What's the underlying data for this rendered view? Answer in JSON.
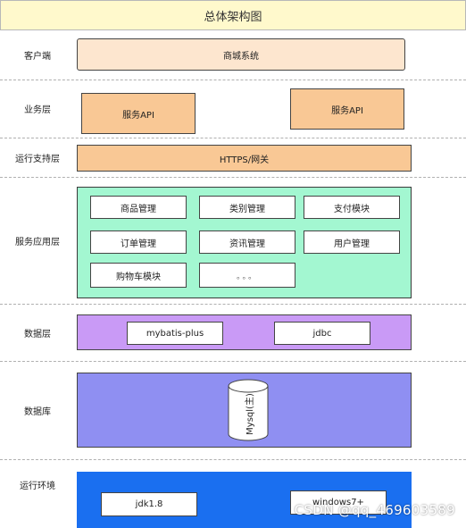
{
  "title": "总体架构图",
  "layers": {
    "client": {
      "label": "客户端",
      "box": "商城系统"
    },
    "business": {
      "label": "业务层",
      "boxes": [
        "服务API",
        "服务API"
      ]
    },
    "runtime_support": {
      "label": "运行支持层",
      "box": "HTTPS/网关"
    },
    "service_app": {
      "label": "服务应用层",
      "modules": [
        "商品管理",
        "类别管理",
        "支付模块",
        "订单管理",
        "资讯管理",
        "用户管理",
        "购物车模块",
        "。。。"
      ]
    },
    "data": {
      "label": "数据层",
      "boxes": [
        "mybatis-plus",
        "jdbc"
      ]
    },
    "database": {
      "label": "数据库",
      "cylinder": "Mysql(主)"
    },
    "environment": {
      "label": "运行环境",
      "boxes": [
        "jdk1.8",
        "windows7+"
      ]
    }
  },
  "colors": {
    "title_bg": "#fff9cc",
    "client_box": "#fde6cf",
    "business_box": "#f9c895",
    "runtime_box": "#f9c895",
    "service_panel": "#a3f7d1",
    "data_panel": "#c99af6",
    "database_panel": "#8f8ff2",
    "environment_panel": "#1a6ff0"
  },
  "watermark": "CSDN @qq_469603589"
}
